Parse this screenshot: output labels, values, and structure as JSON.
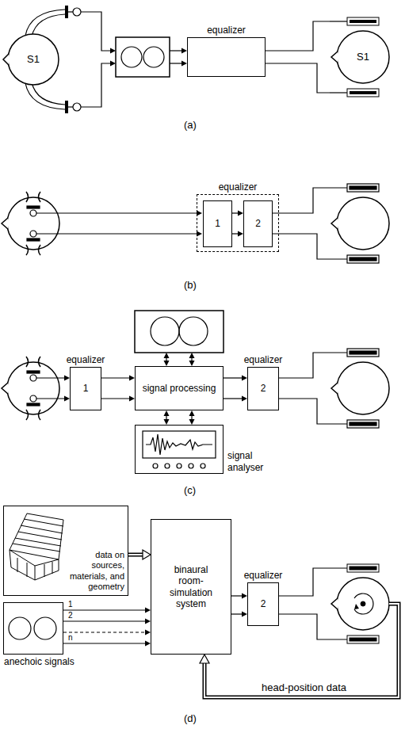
{
  "diagram": {
    "nodes": [
      {
        "text": [
          "S1"
        ]
      },
      {
        "text": [
          "equalizer"
        ]
      },
      {
        "text": [
          "S1"
        ]
      },
      {
        "text": [
          "equalizer"
        ]
      },
      {
        "text": [
          "1"
        ],
        "in": 3
      },
      {
        "text": [
          "2"
        ],
        "in": 3
      },
      {
        "text": [
          "equalizer",
          "1"
        ]
      },
      {
        "text": [
          "signal processing"
        ]
      },
      {
        "text": [
          "signal analyser"
        ]
      },
      {
        "text": [
          "equalizer",
          "2"
        ]
      },
      {
        "text": [
          "data on sources, materials, and geometry"
        ]
      },
      {
        "text": [
          "binaural room- simulation system"
        ]
      },
      {
        "text": [
          "equalizer",
          "2"
        ]
      },
      {
        "text": [
          "anechoic signals"
        ]
      }
    ],
    "edges": [
      {
        "from": 1,
        "to": 2,
        "arrow": "none"
      },
      {
        "from": 1,
        "to": 2,
        "arrow": "none"
      },
      {
        "from": 4,
        "to": 5,
        "arrow": "to"
      },
      {
        "from": 4,
        "to": 5,
        "arrow": "to"
      },
      {
        "from": 6,
        "to": 7,
        "arrow": "to"
      },
      {
        "from": 6,
        "to": 7,
        "arrow": "to"
      },
      {
        "from": 7,
        "to": 9,
        "arrow": "to"
      },
      {
        "from": 7,
        "to": 9,
        "arrow": "to"
      },
      {
        "from": 7,
        "to": 8,
        "arrow": "both"
      },
      {
        "from": 7,
        "to": 8,
        "arrow": "both"
      },
      {
        "from": 10,
        "to": 11,
        "arrow": "to"
      },
      {
        "from": 13,
        "to": 11,
        "label": "1",
        "arrow": "to"
      },
      {
        "from": 13,
        "to": 11,
        "label": "2",
        "arrow": "to"
      },
      {
        "from": 13,
        "to": 11,
        "arrow": "to"
      },
      {
        "from": 13,
        "to": 11,
        "label": "n",
        "arrow": "to"
      },
      {
        "from": 11,
        "to": 12,
        "arrow": "to"
      },
      {
        "from": 11,
        "to": 12,
        "arrow": "to"
      }
    ],
    "labels": [
      "(a)",
      "(b)",
      "(c)",
      "(d)",
      "head-position data"
    ]
  }
}
